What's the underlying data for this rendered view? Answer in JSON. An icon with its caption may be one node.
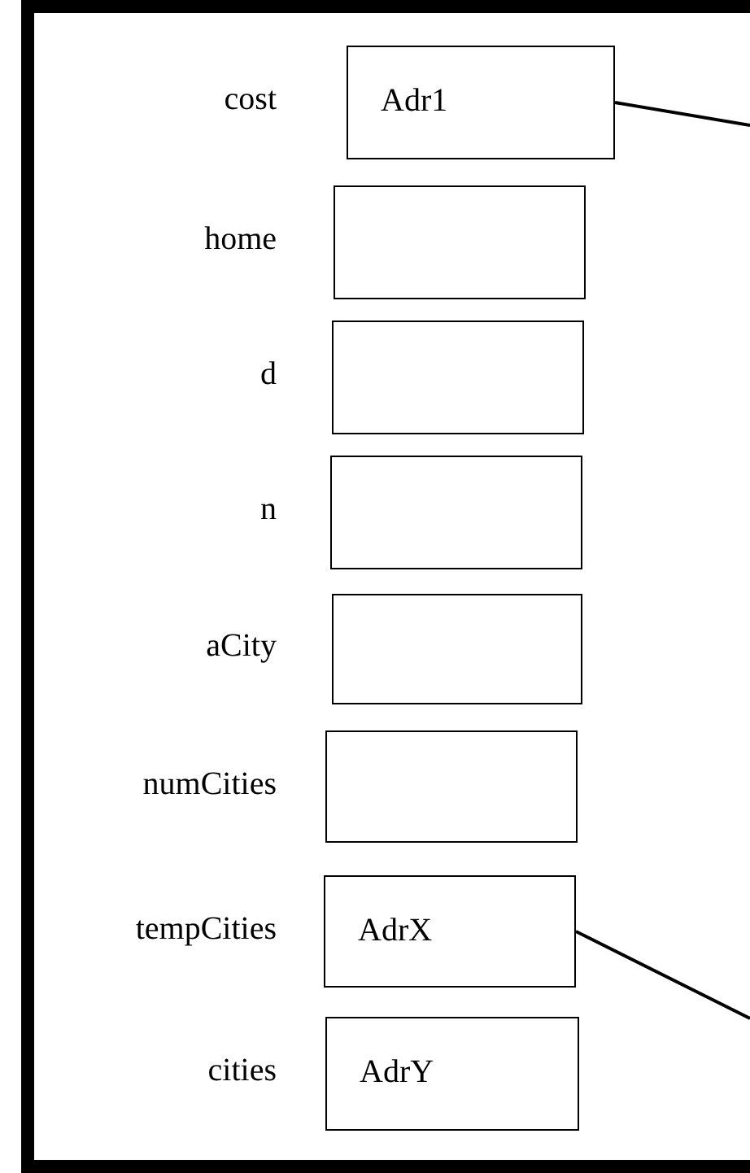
{
  "diagram": {
    "nodes": [
      {
        "text": [],
        "shape": "box"
      },
      {
        "text": [
          "cost",
          "Adr1"
        ],
        "in": 0
      },
      {
        "text": [
          "home"
        ],
        "in": 0
      },
      {
        "text": [
          "d"
        ],
        "in": 0
      },
      {
        "text": [
          "n"
        ],
        "in": 0
      },
      {
        "text": [
          "aCity"
        ],
        "in": 0
      },
      {
        "text": [
          "numCities"
        ],
        "in": 0
      },
      {
        "text": [
          "tempCities",
          "AdrX"
        ],
        "in": 0
      },
      {
        "text": [
          "cities",
          "AdrY"
        ],
        "in": 0
      }
    ],
    "edges": [
      {
        "from": 1,
        "to": null,
        "arrow": "none"
      },
      {
        "from": 7,
        "to": null,
        "arrow": "none"
      }
    ]
  }
}
